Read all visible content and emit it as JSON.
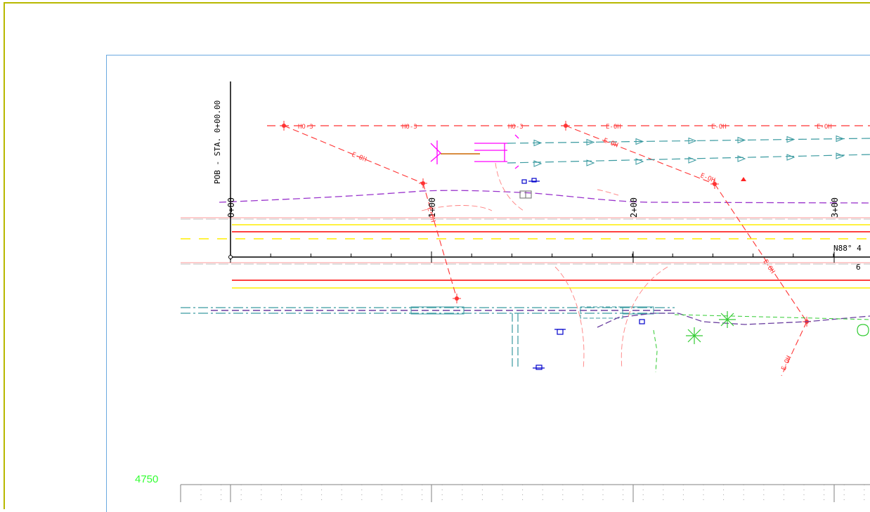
{
  "labels": {
    "pob": "POB - STA. 0+00.00",
    "sta0": "0+00",
    "sta1": "1+00",
    "sta2": "2+00",
    "sta3": "3+00",
    "bearing": "N88° 4",
    "bearing_sub": "6",
    "coord": "4750"
  },
  "line_tags": {
    "ohe_1": "HO-3",
    "ohe_2": "HO-3",
    "ohe_3": "HO-3",
    "eoh_1": "E-OH",
    "eoh_2": "E-OH",
    "eoh_3": "E-OH",
    "diag_1": "E-OH",
    "diag_2": "E-OH",
    "diag_3": "E-OH",
    "diag_4": "E-OH",
    "diag_5": "E-OH",
    "diag_6": "E-OH"
  },
  "colors": {
    "background": "#ffffff",
    "outer_frame": "#b8b800",
    "sheet_frame": "#6aa9e0",
    "electric": "#ff3333",
    "gas": "#9933cc",
    "water": "#3a9aa0",
    "road_edge": "#ff0000",
    "road_stripe": "#ffee00",
    "baseline": "#000000",
    "row_line": "#ff9999",
    "contour": "#ff8080",
    "tree": "#33cc33",
    "structure": "#0000cc",
    "fixture": "#ff00ff",
    "coord_text": "#33ff33"
  }
}
